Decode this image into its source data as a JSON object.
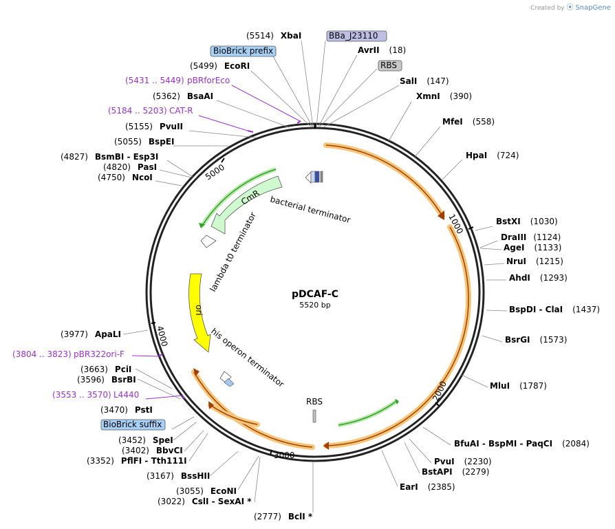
{
  "watermark": {
    "created_by": "Created by",
    "brand": "SnapGene"
  },
  "plasmid": {
    "name": "pDCAF-C",
    "size": "5520 bp",
    "total_bp": 5520
  },
  "ticks": [
    "1000",
    "2000",
    "3000",
    "4000",
    "5000"
  ],
  "tick_values": [
    1000,
    2000,
    3000,
    4000,
    5000
  ],
  "features": [
    {
      "name": "CmR",
      "color": "#cffacf"
    },
    {
      "name": "bacterial terminator"
    },
    {
      "name": "lambda t0 terminator"
    },
    {
      "name": "ori",
      "color": "#ffff00"
    },
    {
      "name": "his operon terminator"
    },
    {
      "name": "RBS"
    }
  ],
  "boxed_labels": [
    {
      "text": "BBa_J23110",
      "color": "#bfbfe6"
    },
    {
      "text": "BioBrick prefix",
      "color": "#a6d0f5"
    },
    {
      "text": "RBS",
      "color": "#c8c8c8"
    },
    {
      "text": "BioBrick suffix",
      "color": "#a6d0f5"
    }
  ],
  "primers": [
    {
      "range": "(5431 .. 5449)",
      "name": "pBRforEco"
    },
    {
      "range": "(5184 .. 5203)",
      "name": "CAT-R"
    },
    {
      "range": "(3804 .. 3823)",
      "name": "pBR322ori-F"
    },
    {
      "range": "(3553 .. 3570)",
      "name": "L4440"
    }
  ],
  "enzymes": [
    {
      "name": "XbaI",
      "pos": "(5514)"
    },
    {
      "name": "AvrII",
      "pos": "(18)"
    },
    {
      "name": "SalI",
      "pos": "(147)"
    },
    {
      "name": "XmnI",
      "pos": "(390)"
    },
    {
      "name": "MfeI",
      "pos": "(558)"
    },
    {
      "name": "HpaI",
      "pos": "(724)"
    },
    {
      "name": "BstXI",
      "pos": "(1030)"
    },
    {
      "name": "DraIII",
      "pos": "(1124)"
    },
    {
      "name": "AgeI",
      "pos": "(1133)"
    },
    {
      "name": "NruI",
      "pos": "(1215)"
    },
    {
      "name": "AhdI",
      "pos": "(1293)"
    },
    {
      "name": "BspDI - ClaI",
      "pos": "(1437)"
    },
    {
      "name": "BsrGI",
      "pos": "(1573)"
    },
    {
      "name": "MluI",
      "pos": "(1787)"
    },
    {
      "name": "BfuAI - BspMI - PaqCI",
      "pos": "(2084)"
    },
    {
      "name": "PvuI",
      "pos": "(2230)"
    },
    {
      "name": "BstAPI",
      "pos": "(2279)"
    },
    {
      "name": "EarI",
      "pos": "(2385)"
    },
    {
      "name": "BclI *",
      "pos": "(2777)"
    },
    {
      "name": "CslI - SexAI *",
      "pos": "(3022)"
    },
    {
      "name": "EcoNI",
      "pos": "(3055)"
    },
    {
      "name": "BssHII",
      "pos": "(3167)"
    },
    {
      "name": "PflFI - Tth111I",
      "pos": "(3352)"
    },
    {
      "name": "BbvCI",
      "pos": "(3402)"
    },
    {
      "name": "SpeI",
      "pos": "(3452)"
    },
    {
      "name": "PstI",
      "pos": "(3470)"
    },
    {
      "name": "BsrBI",
      "pos": "(3596)"
    },
    {
      "name": "PciI",
      "pos": "(3663)"
    },
    {
      "name": "ApaLI",
      "pos": "(3977)"
    },
    {
      "name": "NcoI",
      "pos": "(4750)"
    },
    {
      "name": "PasI",
      "pos": "(4820)"
    },
    {
      "name": "BsmBI - Esp3I",
      "pos": "(4827)"
    },
    {
      "name": "BspEI",
      "pos": "(5055)"
    },
    {
      "name": "PvuII",
      "pos": "(5155)"
    },
    {
      "name": "BsaAI",
      "pos": "(5362)"
    },
    {
      "name": "EcoRI",
      "pos": "(5499)"
    }
  ],
  "colors": {
    "orf": "#f5c57a",
    "orf_line": "#a04000",
    "green_arrow": "#33a02c",
    "primer": "#9932cc",
    "backbone": "#222222"
  }
}
